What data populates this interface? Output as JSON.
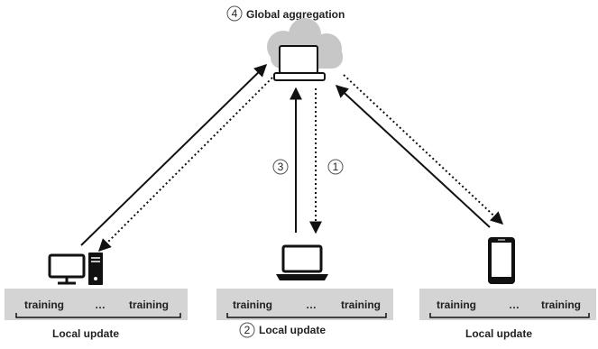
{
  "colors": {
    "cloud": "#c7c7c7",
    "bar": "#d4d4d4",
    "ink": "#111111",
    "circle_stroke": "#555555"
  },
  "server": {
    "label": "Global aggregation",
    "step_number": "4",
    "icons": [
      "cloud-icon",
      "laptop-icon"
    ]
  },
  "steps": {
    "one": "1",
    "two": "2",
    "three": "3"
  },
  "clients": [
    {
      "device": "desktop-computer",
      "training_left": "training",
      "ellipsis": "…",
      "training_right": "training",
      "caption": "Local update"
    },
    {
      "device": "laptop",
      "training_left": "training",
      "ellipsis": "…",
      "training_right": "training",
      "caption": "Local update",
      "step_number": "2"
    },
    {
      "device": "smartphone",
      "training_left": "training",
      "ellipsis": "…",
      "training_right": "training",
      "caption": "Local update"
    }
  ],
  "arrows": {
    "solid_meaning": "upload",
    "dotted_meaning": "download"
  }
}
